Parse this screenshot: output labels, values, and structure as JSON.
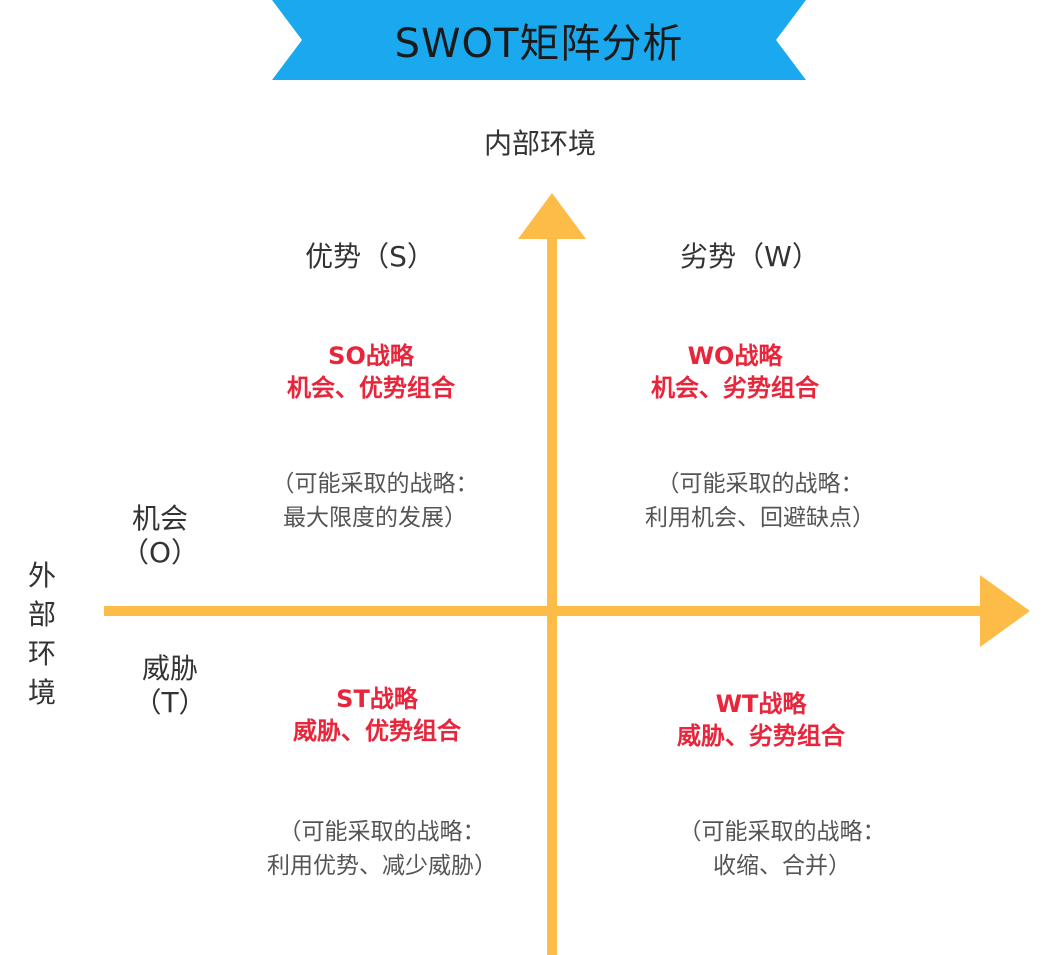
{
  "title": "SWOT矩阵分析",
  "colors": {
    "banner": "#1aa9ef",
    "axis": "#fdbb47",
    "strategy_text": "#e8253a",
    "body_text": "#333333",
    "note_text": "#555555"
  },
  "axes": {
    "vertical_label": "内部环境",
    "horizontal_label": "外部环境"
  },
  "columns": {
    "strength": "优势（S）",
    "weakness": "劣势（W）"
  },
  "rows": {
    "opportunity": {
      "line1": "机会",
      "line2": "（O）"
    },
    "threat": {
      "line1": "威胁",
      "line2": "（T）"
    }
  },
  "quadrants": {
    "so": {
      "name": "SO战略",
      "combo": "机会、优势组合",
      "note_line1": "（可能采取的战略：",
      "note_line2": "最大限度的发展）"
    },
    "wo": {
      "name": "WO战略",
      "combo": "机会、劣势组合",
      "note_line1": "（可能采取的战略：",
      "note_line2": "利用机会、回避缺点）"
    },
    "st": {
      "name": "ST战略",
      "combo": "威胁、优势组合",
      "note_line1": "（可能采取的战略：",
      "note_line2": "利用优势、减少威胁）"
    },
    "wt": {
      "name": "WT战略",
      "combo": "威胁、劣势组合",
      "note_line1": "（可能采取的战略：",
      "note_line2": "收缩、合并）"
    }
  }
}
